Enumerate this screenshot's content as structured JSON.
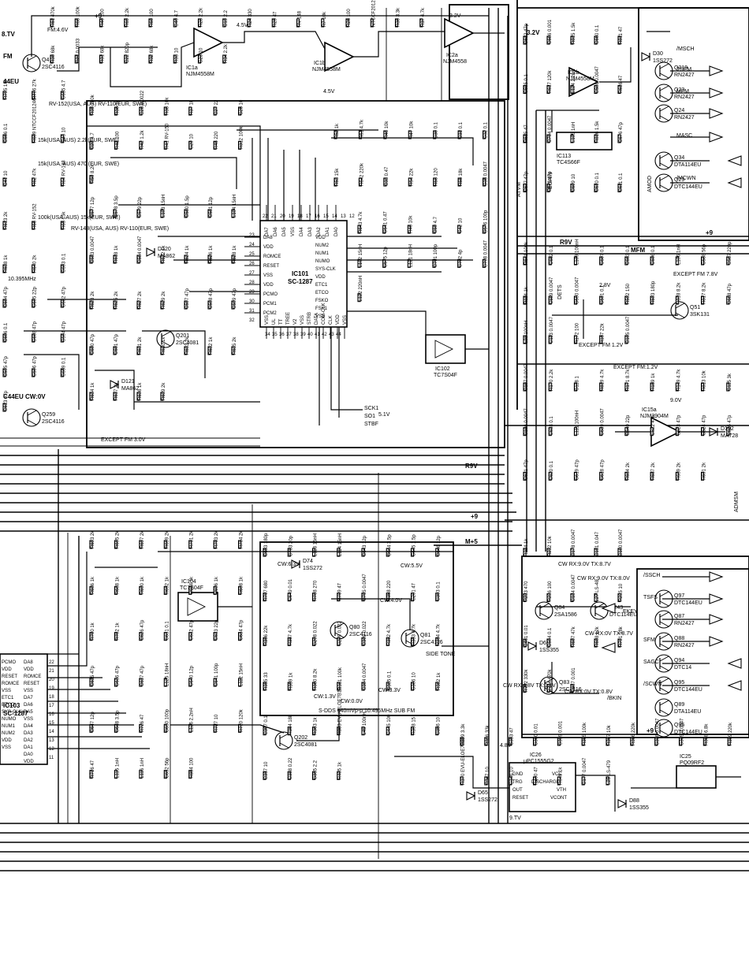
{
  "blocks": {
    "ic101": {
      "ref": "IC101",
      "part": "SC-1287",
      "left_pins": [
        "DA8",
        "VDD",
        "ROMCE",
        "RESET",
        "VSS",
        "VDD",
        "PCMO",
        "PCM1",
        "PCM2"
      ],
      "left_nums": [
        "23",
        "24",
        "25",
        "26",
        "27",
        "28",
        "29",
        "30",
        "31",
        "32"
      ],
      "top_pins": [
        "DA7",
        "DA6",
        "DA5",
        "VSS",
        "DA4",
        "DA3",
        "DA2",
        "DA1",
        "DA0"
      ],
      "top_nums": [
        "22",
        "21",
        "20",
        "19",
        "18",
        "17",
        "16",
        "15",
        "14",
        "13",
        "12"
      ],
      "right_pins": [
        "VDD",
        "NUM2",
        "NUM1",
        "NUMO",
        "SYS-CLK",
        "VDD",
        "ETC1",
        "ETCO",
        "FSKO",
        "FSK1",
        "VSS"
      ],
      "bottom_pins": [
        "VSS",
        "UL",
        "TT",
        "TREE",
        "V2",
        "VSS",
        "STRB",
        "DATA",
        "COM-CLK",
        "CLK",
        "VDD",
        "VSS"
      ],
      "bottom_nums": [
        "34",
        "35",
        "36",
        "37",
        "38",
        "39",
        "40",
        "41",
        "42",
        "43",
        "44"
      ]
    },
    "ic103": {
      "ref": "IC103",
      "part": "SC-1287",
      "right_pins": [
        "DA8",
        "VDD",
        "ROMCE",
        "RESET",
        "VSS",
        "DA7",
        "DA6",
        "DA5",
        "VSS",
        "DA4",
        "DA3",
        "DA2",
        "DA1",
        "DA0",
        "VDD"
      ],
      "right_nums": [
        "22",
        "21",
        "20",
        "19",
        "18",
        "17",
        "16",
        "15",
        "14",
        "13",
        "12",
        "11"
      ],
      "left_pins": [
        "PCMO",
        "VDD",
        "RESET",
        "ROMCE",
        "VSS",
        "ETC1",
        "ETCO",
        "SYS-CLK",
        "NUMO",
        "NUM1",
        "NUM2",
        "VDD",
        "VSS"
      ]
    },
    "ic1a": {
      "ref": "IC1a",
      "part": "NJM4558M"
    },
    "ic1b": {
      "ref": "IC1b",
      "part": "NJM4558M"
    },
    "ic2a": {
      "ref": "IC2a",
      "part": "NJM4558"
    },
    "ic2b": {
      "ref": "IC2b",
      "part": "NJM4558M"
    },
    "ic102": {
      "ref": "IC102",
      "part": "TC7S04F"
    },
    "ic104": {
      "ref": "IC104",
      "part": "TC7S04F"
    },
    "ic113": {
      "ref": "IC113",
      "part": "TC4S66F"
    },
    "ic15a": {
      "ref": "IC15a",
      "part": "NJM2904M"
    },
    "ic26": {
      "ref": "IC26",
      "part": "μPC1555G2",
      "pins": [
        "GND",
        "TRG",
        "OUT",
        "RESET",
        "VCC",
        "DISCHARGE",
        "VTH",
        "VCONT"
      ]
    },
    "ic25": {
      "ref": "IC25",
      "part": "PQ09RF2"
    }
  },
  "transistors": [
    {
      "ref": "Q4",
      "part": "2SC4116"
    },
    {
      "ref": "Q201",
      "part": "2SC4081"
    },
    {
      "ref": "Q202",
      "part": "2SC4081"
    },
    {
      "ref": "Q259",
      "part": "2SC4116"
    },
    {
      "ref": "Q80",
      "part": "2SC4116"
    },
    {
      "ref": "Q81",
      "part": "2SC4116"
    },
    {
      "ref": "Q83",
      "part": "2SC4116"
    },
    {
      "ref": "Q84",
      "part": "2SA1586"
    },
    {
      "ref": "Q243",
      "part": "DTC114EU"
    },
    {
      "ref": "Q51",
      "part": "3SK131"
    },
    {
      "ref": "Q219",
      "part": "RN2427"
    },
    {
      "ref": "Q23",
      "part": "RN2427"
    },
    {
      "ref": "Q24",
      "part": "RN2427"
    },
    {
      "ref": "Q34",
      "part": "DTA114EU"
    },
    {
      "ref": "Q29",
      "part": "DTC144EU"
    },
    {
      "ref": "Q97",
      "part": "DTC144EU"
    },
    {
      "ref": "Q87",
      "part": "RN2427"
    },
    {
      "ref": "Q88",
      "part": "RN2427"
    },
    {
      "ref": "Q94",
      "part": "DTC14"
    },
    {
      "ref": "Q95",
      "part": "DTC144EU"
    },
    {
      "ref": "Q89",
      "part": "DTA114EU"
    },
    {
      "ref": "Q96",
      "part": "DTC144EU"
    }
  ],
  "diodes": [
    {
      "ref": "D120",
      "part": "MA862"
    },
    {
      "ref": "D121",
      "part": "MA862"
    },
    {
      "ref": "D74",
      "part": "1SS272"
    },
    {
      "ref": "D30",
      "part": "1SS272"
    },
    {
      "ref": "D61",
      "part": "1SS355"
    },
    {
      "ref": "D65",
      "part": "1SS272"
    },
    {
      "ref": "D102",
      "part": "MA728"
    },
    {
      "ref": "D88",
      "part": "1SS355"
    }
  ],
  "labels": {
    "net_9v": "+9",
    "net_m5": "M+5",
    "r9v": "R9V",
    "mfm": "MFM",
    "msch": "/MSCH",
    "tsfm": "TSFM",
    "masc": "MASC",
    "mcwn": "/MCWN",
    "amod": "AMOD",
    "ssch": "/SSCH",
    "tsfs": "TSFS",
    "sfm": "SFM",
    "sagc": "SAGC",
    "scwn": "/SCWN",
    "bkin": "/BKIN",
    "ekey": "EKEY",
    "adms": "ADMSM",
    "dets": "DETS",
    "egain": "EGAIN",
    "atvm": "ATVM",
    "sck1": "SCK1",
    "so1": "SO1",
    "stbf": "STBF",
    "side_tone": "SIDE\nTONE",
    "fm_46v": "FM:4.6V",
    "v32": "3.2V",
    "v32b": "3.2V",
    "v45": "4.5V",
    "v45b": "4.5V",
    "v90": "9.0V",
    "v51": "5.1V",
    "v48": "4.8V",
    "v9tv": "9.TV",
    "v28": "2.8V",
    "except_fm_78": "EXCEPT FM\n7.8V",
    "except_fm_12": "EXCEPT FM\n1.2V",
    "except_fm_12b": "EXCEPT FM:1.2V",
    "except_fm_30": "EXCEPT FM\n3.0V",
    "cw_63": "CW:6.3V",
    "cw_55": "CW:5.5V",
    "cw_40": "CW:4.0V",
    "cw_13": "CW:1.3V",
    "cw_00": "CW:0.0V",
    "cw_33": "CW:3.3V",
    "cw_rx90": "CW RX:9.0V\nTX:8.7V",
    "cw_rx90b": "CW RX:9.0V\nTX:8.0V",
    "cw_rx00": "CW RX:0V\nTX:8.7V",
    "cw_rx48": "CW\nRX:4.8V\nTX:0.1V",
    "cw_rx0v": "CW RX:0V\nTX:0.8V",
    "dds": "S-DDS 640mVp-p\n10.495MHz\nSUB FM",
    "rv152": "RV-152(USA, AUS)\nRV-110(EUR, SWE)",
    "rv148": "RV-148(USA, AUS)\nRV-110(EUR, SWE)",
    "r65": "15k(USA, AUS)\n2.2k(EUR, SWE)",
    "r614": "15k(USA, AUS)\n470 (EUR, SWE)",
    "r63": "100k(USA, AUS)\n15k(EUR, SWE)",
    "freq": "10.395MHz",
    "tv_left": "8.TV",
    "c44eu": "C44EU CW:0V",
    "fm_left": "FM",
    "c44eu2": "44EU"
  },
  "comp_labels": [
    "R61 470k",
    "R68 100k",
    "R40 100",
    "R69 2.2k",
    "R60 100",
    "C40 4.7",
    "R28 2.2k",
    "C19 2.2",
    "R24 330",
    "R29 47",
    "RV-148",
    "R7 10k",
    "R26 100",
    "NTCCF20123E8",
    "R39 3.3k",
    "R37 4.7k",
    "R30 68k",
    "C21 0.0033",
    "R31 68k",
    "C22 820p",
    "R32 68k",
    "R33 10",
    "C23 10",
    "R34 2.2k",
    "R35 180k",
    "R36 1k",
    "C26 0.0022",
    "R38 10k",
    "R37 1k",
    "C27 22",
    "C25 10",
    "C28 4.7",
    "R43 100",
    "R42 1.2k",
    "R41 RV-150",
    "C29 10",
    "R45 220",
    "R312 100k",
    "R50 8.2k",
    "R52 1k",
    "R51 4.7k",
    "R48 10k",
    "R47 10k",
    "C30 0.1",
    "C31 0.1",
    "C32 0.1",
    "R53 15k",
    "R642 220k",
    "C33 0.47",
    "R54 22k",
    "R58 120",
    "R55 18k",
    "C35 0.0047",
    "R643 4.7k",
    "C541 0.47",
    "R46 10k",
    "C50 4.7",
    "C42 10",
    "C576 100p",
    "L102 15nH",
    "C575 12p",
    "L121 18nH",
    "C701 100p",
    "C702 4p",
    "C708 0.0047",
    "L122 220nH",
    "C577 12p",
    "C578 3.5p",
    "C579 22p",
    "L103 15nH",
    "C580 1.5p",
    "C581 12p",
    "L104 15nH",
    "C583 0.0047",
    "R618 1k",
    "C584 0.0047",
    "R622 1k",
    "R624 1k",
    "R626 1k",
    "R628 1k",
    "R623 2k",
    "R625 2k",
    "R627 2k",
    "R629 2k",
    "C597 47p",
    "C598 47p",
    "C599 47p",
    "C600 47p",
    "C601 47p",
    "R631 2k",
    "R630 1k",
    "R633 2k",
    "R632 1k",
    "R635 2k",
    "R634 1k",
    "R637 2k",
    "R636 1k",
    "R639 2k",
    "R638 1k",
    "R640 2k",
    "C603 0.1",
    "C604 47p",
    "C605 22p",
    "C602 47p",
    "C606 0.1",
    "C608 47p",
    "C594 47p",
    "C595 47p",
    "C596 47p",
    "C659 0.1",
    "C613 47p",
    "C612 47p",
    "C686 0.001",
    "R815 1.5k",
    "C660 0.1",
    "R811 47",
    "C585 0.1",
    "R617 120k",
    "L124 2.2nH",
    "C586 0.0047",
    "R616 47",
    "R615 47",
    "C704 0.0047",
    "L105 1nH",
    "R816 1.5k",
    "C676 47p",
    "C677 47p",
    "C678 47p",
    "C609 10",
    "C610 0.1",
    "C611 0.1",
    "R641 100k",
    "C662 0.1",
    "L109 100nH",
    "C607 0.1",
    "C663 0.1",
    "C606 0.1",
    "L106 1nH",
    "C588 56p",
    "C587 220p",
    "R114 1k",
    "C589 0.0047",
    "C590 0.0047",
    "C591 0.1",
    "R592 150",
    "R593 180p",
    "R818 8.2k",
    "R817 8.2k",
    "C688 47p",
    "L21 100nH",
    "C113 0.0047",
    "R172 100",
    "R157 22k",
    "C105 0.0047",
    "C107 0.0047",
    "R170 2.2k",
    "C118 1",
    "R819 4.7k",
    "R171 8.7k",
    "R159 1k",
    "R149 4.7k",
    "R813 10k",
    "C115 3k",
    "C106 0.0047",
    "C638 0.1",
    "L111 100nH",
    "C639 0.0047",
    "C640 22p",
    "C622 47p",
    "C623 47p",
    "C624 47p",
    "C625 47p",
    "C621 47p",
    "C620 0.1",
    "C619 47p",
    "C618 47p",
    "R684 2k",
    "R687 2k",
    "R689 2k",
    "R691 2k",
    "R693 2k",
    "R695 2k",
    "R697 2k",
    "R699 2k",
    "R701 2k",
    "R703 2k",
    "R704 2k",
    "R686 1k",
    "R688 1k",
    "R690 1k",
    "R692 1k",
    "R694 1k",
    "R696 1k",
    "R698 1k",
    "R700 1k",
    "R702 1k",
    "C626 47p",
    "C631 0.1",
    "C632 47p",
    "C633 22p",
    "C634 47p",
    "C635 47p",
    "C636 47p",
    "C637 47p",
    "L125 18nH",
    "C640 12p",
    "C641 100p",
    "L112 15nH",
    "C647 12p",
    "C648 3.5p",
    "R726 47",
    "C650 100p",
    "L126 2.2nH",
    "R727 10",
    "R710 120k",
    "R716 47",
    "L115 1nH",
    "L116 1nH",
    "C652 56p",
    "R854 100",
    "C653 180p",
    "C703 20p",
    "L113 15nH",
    "L114 15nH",
    "C643 12p",
    "C644 3.5p",
    "C645 1.5p",
    "C646 12p",
    "R707 680",
    "C649 0.01",
    "R708 270",
    "R709 47",
    "C705 0.0047",
    "R358 220",
    "C201 47",
    "C303 0.1",
    "R356 22k",
    "R357 4.7k",
    "C298 0.022",
    "C299 0.022",
    "C300 0.022",
    "R352 4.7k",
    "R353 4.7k",
    "R354 4.7k",
    "R355 33",
    "R359 1k",
    "R360 8.2k",
    "R361 100k",
    "C304 0.0047",
    "C305 0.1",
    "C306 10",
    "R362 1k",
    "C307 0.1",
    "R364 18k",
    "R363 1k",
    "R383 EVU-ELOE7B13",
    "L45 100nH",
    "C445 100",
    "R398 15",
    "C356 10",
    "C357 10",
    "C358 0.22",
    "C355 2.2",
    "R405 1k",
    "R399 3.3k",
    "R396 33k",
    "C353 47",
    "C360 0.01",
    "C359 0.001",
    "R365 100k",
    "R367 10k",
    "R366 220k",
    "C308 0.0047",
    "C309 0.0047",
    "R368 6.8k",
    "R369 220k",
    "R370 EVU-ELOE7B13",
    "C347 10",
    "C346 10",
    "R400 47",
    "R649 1k",
    "C177 0.0047",
    "L25 LS-479",
    "R234 1k",
    "R232 10k",
    "C178 0.0047",
    "C181 0.047",
    "C180 0.0047",
    "R233 470",
    "R236 100",
    "C184 0.0047",
    "L27 LS-48",
    "R235 10",
    "C461 0.01",
    "C504 0.1",
    "R607 47k",
    "R608 12k",
    "R791 18k",
    "R792 330k",
    "R794 470k",
    "C687 0.001",
    "R795 1M",
    "R796 27k",
    "C655 4.7",
    "C666 0.1",
    "R609 NTCCF20124CH",
    "C43 10",
    "C41 10",
    "R62 47k",
    "R64 RV-148",
    "R613 2k",
    "R66 RV-152",
    "R65 15k"
  ]
}
